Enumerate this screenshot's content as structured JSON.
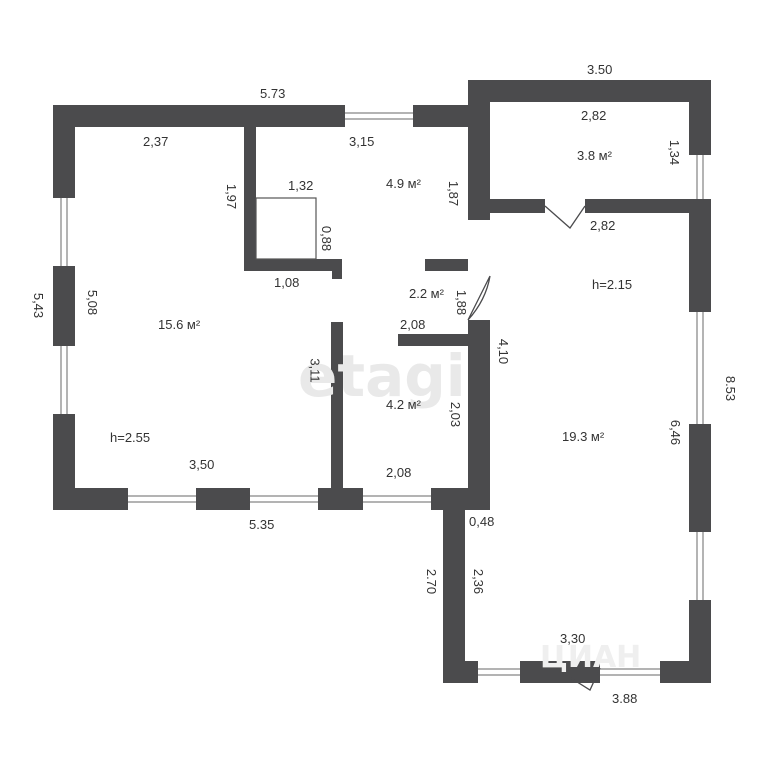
{
  "watermark": {
    "brand": "etagi",
    "corner": "ЦИАН"
  },
  "colors": {
    "wall": "#4b4b4d",
    "text": "#333333",
    "window": "#9a9a9a"
  },
  "dimensions": {
    "top_left_wall": "5.73",
    "top_right_wall": "3.50",
    "left_outer": "5,43",
    "right_outer": "8.53",
    "bottom_left": "5.35",
    "bottom_right": "3.88",
    "lower_left_step": "2.70",
    "step_width": "0,48"
  },
  "rooms": {
    "living": {
      "area": "15.6 м²",
      "height": "h=2.55",
      "top": "2,37",
      "side": "5,08",
      "bottom": "3,50",
      "right": "3,11"
    },
    "bath": {
      "area": "4.9 м²",
      "top": "3,15",
      "left": "1,97",
      "right": "1,87",
      "bottom": "1,08"
    },
    "closet": {
      "width": "1,32",
      "height": "0,88"
    },
    "hall": {
      "area": "2.2 м²",
      "side": "1,88",
      "bottom": "2,08"
    },
    "small": {
      "area": "4.2 м²",
      "right": "2,03",
      "bottom": "2,08"
    },
    "top_right": {
      "area": "3.8 м²",
      "top": "2,82",
      "right": "1,34",
      "bottom": "2,82"
    },
    "big": {
      "area": "19.3 м²",
      "height": "h=2.15",
      "left": "4,10",
      "right": "6,46",
      "lower_left": "2,36",
      "bottom": "3,30"
    }
  }
}
